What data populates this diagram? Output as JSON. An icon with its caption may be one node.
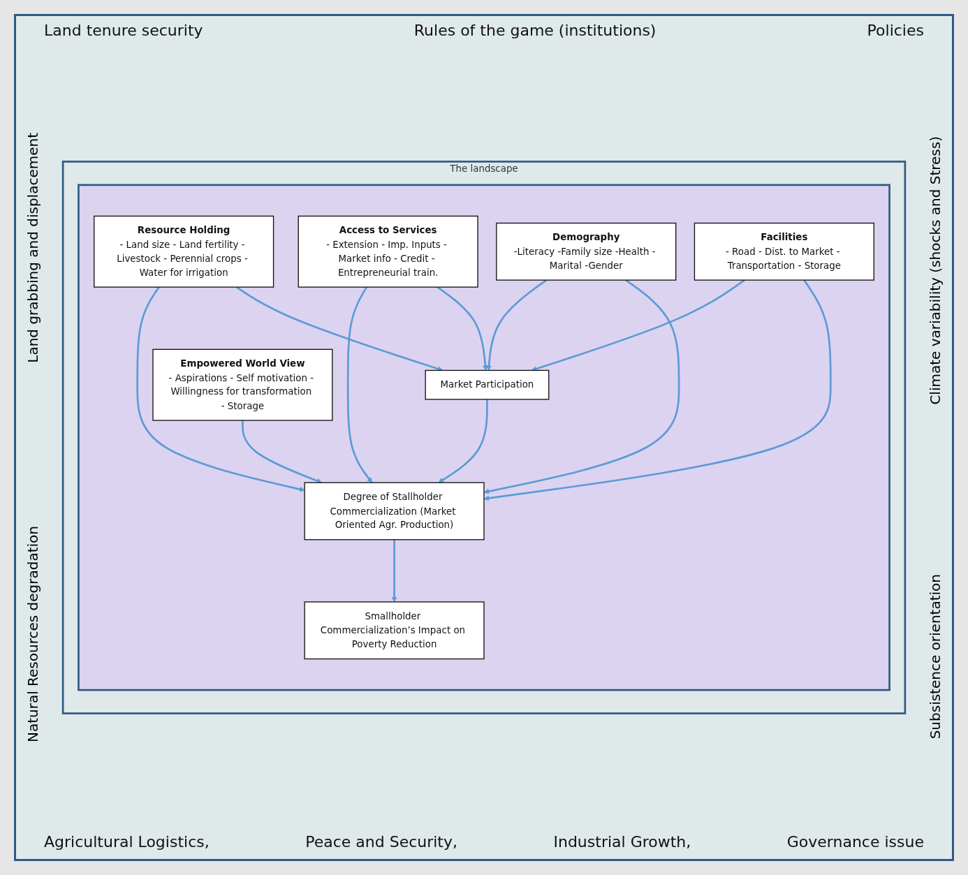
{
  "diagram": {
    "nodes": [
      {
        "text": [
          "The landscape"
        ]
      },
      {
        "text": [],
        "shape": "box",
        "in": 0
      },
      {
        "text": [
          "Resource Holding",
          "- Land size - Land fertility - Livestock - Perennial crops - Water for irrigation"
        ],
        "in": 1
      },
      {
        "text": [
          "Access to Services",
          "- Extension - Imp. Inputs - Market info - Credit - Entrepreneurial train."
        ],
        "in": 1
      },
      {
        "text": [
          "Demography",
          "-Literacy -Family size -Health - Marital -Gender"
        ],
        "in": 1
      },
      {
        "text": [
          "Empowered World View",
          "- Aspirations - Self motivation - Willingness for transformation - Storage"
        ],
        "in": 1
      },
      {
        "text": [
          "Facilities",
          "- Road - Dist. to Market - Transportation - Storage"
        ],
        "in": 1
      },
      {
        "text": [
          "Market Participation"
        ],
        "in": 1
      },
      {
        "text": [
          "Degree of Stallholder Commercialization (Market Oriented Agr. Production)"
        ],
        "in": 1
      },
      {
        "text": [
          "Smallholder Commercialization’s Impact on Poverty Reduction"
        ],
        "in": 1
      }
    ],
    "edges": [
      {
        "from": 2,
        "to": 8,
        "arrow": "to"
      },
      {
        "from": 2,
        "to": 7,
        "arrow": "to"
      },
      {
        "from": 3,
        "to": 8,
        "arrow": "to"
      },
      {
        "from": 3,
        "to": 7,
        "arrow": "to"
      },
      {
        "from": 4,
        "to": 7,
        "arrow": "to"
      },
      {
        "from": 4,
        "to": 8,
        "arrow": "to"
      },
      {
        "from": 5,
        "to": 8,
        "arrow": "to"
      },
      {
        "from": 6,
        "to": 7,
        "arrow": "to"
      },
      {
        "from": 6,
        "to": 8,
        "arrow": "to"
      },
      {
        "from": 7,
        "to": 8,
        "arrow": "to"
      },
      {
        "from": 8,
        "to": 9,
        "arrow": "to"
      }
    ],
    "labels": [
      "Land tenure security",
      "Rules of the game (institutions)",
      "Policies",
      "Land grabbing and displacement",
      "Climate variability (shocks and Stress)",
      "Natural Resources degradation",
      "Subsistence orientation",
      "Agricultural Logistics,",
      "Peace and Security,",
      "Industrial Growth,",
      "Governance issue"
    ]
  }
}
